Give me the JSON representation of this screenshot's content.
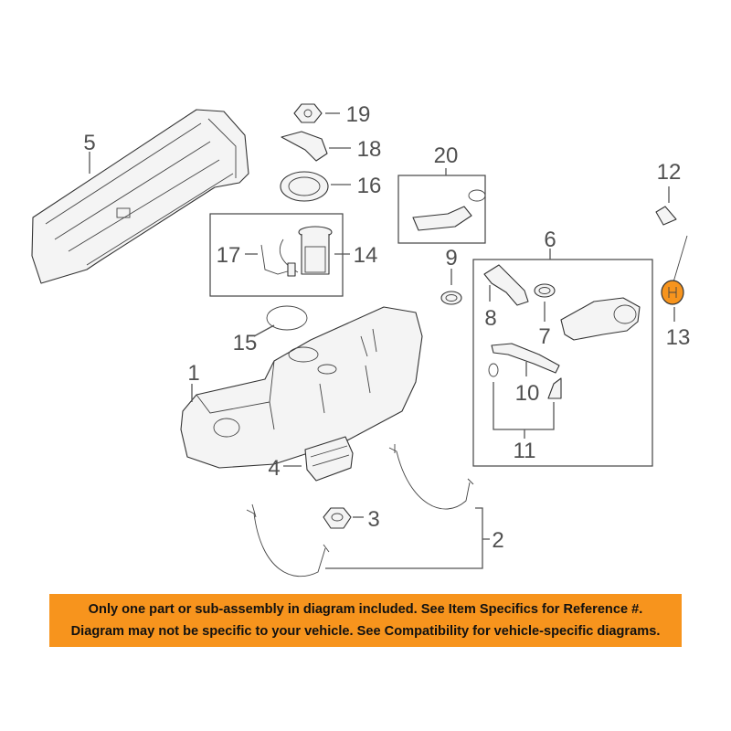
{
  "diagram": {
    "callouts": {
      "c1": "1",
      "c2": "2",
      "c3": "3",
      "c4": "4",
      "c5": "5",
      "c6": "6",
      "c7": "7",
      "c8": "8",
      "c9": "9",
      "c10": "10",
      "c11": "11",
      "c12": "12",
      "c13": "13",
      "c14": "14",
      "c15": "15",
      "c16": "16",
      "c17": "17",
      "c18": "18",
      "c19": "19",
      "c20": "20"
    },
    "highlighted_part": "13",
    "highlight_color": "#f7941d"
  },
  "disclaimer": {
    "line1": "Only one part or sub-assembly in diagram included. See Item Specifics for Reference #.",
    "line2": "Diagram may not be specific to your vehicle. See Compatibility for vehicle-specific diagrams.",
    "background_color": "#f7941d"
  }
}
